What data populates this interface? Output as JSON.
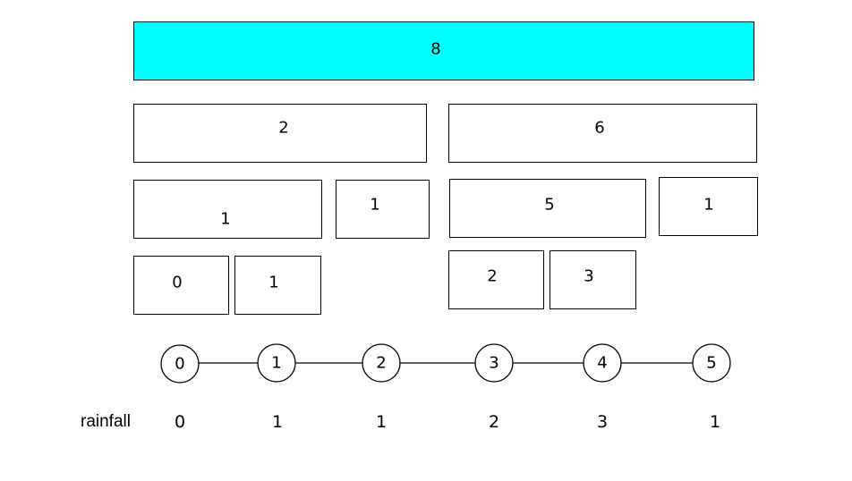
{
  "tree": {
    "root": {
      "value": "8",
      "highlight_color": "#00ffff"
    },
    "level1": [
      "2",
      "6"
    ],
    "level2": [
      "1",
      "1",
      "5",
      "1"
    ],
    "level3": [
      "0",
      "1",
      "2",
      "3"
    ]
  },
  "timeline": {
    "nodes": [
      "0",
      "1",
      "2",
      "3",
      "4",
      "5"
    ]
  },
  "rainfall": {
    "label": "rainfall",
    "values": [
      "0",
      "1",
      "1",
      "2",
      "3",
      "1"
    ]
  }
}
